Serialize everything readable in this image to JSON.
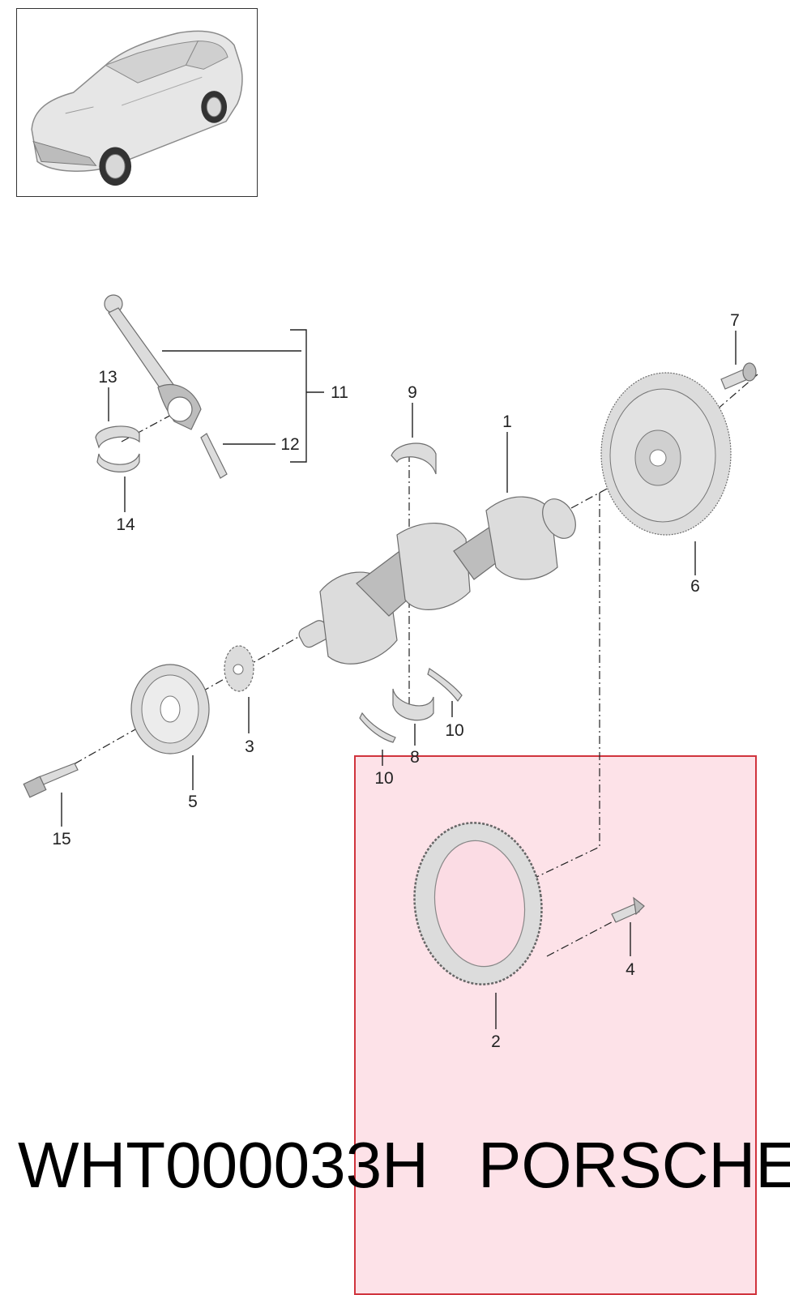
{
  "callouts": {
    "c1": "1",
    "c2": "2",
    "c3": "3",
    "c4": "4",
    "c5": "5",
    "c6": "6",
    "c7": "7",
    "c8": "8",
    "c9": "9",
    "c10a": "10",
    "c10b": "10",
    "c11": "11",
    "c12": "12",
    "c13": "13",
    "c14": "14",
    "c15": "15"
  },
  "footer": {
    "part_number": "WHT000033H",
    "brand": "PORSCHE"
  },
  "colors": {
    "highlight_border": "#d0343d",
    "highlight_fill": "#fabecd"
  }
}
